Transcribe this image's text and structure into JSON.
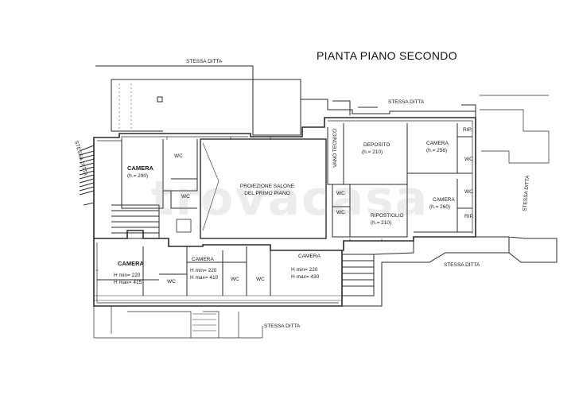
{
  "title": "PIANTA PIANO SECONDO",
  "neighbors": {
    "top": "STESSA DITTA",
    "top_right": "STESSA DITTA",
    "left": "STESSA DITTA",
    "right": "STESSA DITTA",
    "bottom_right": "STESSA DITTA",
    "bottom": "STESSA DITTA"
  },
  "rooms": {
    "camera_left": {
      "name": "CAMERA",
      "height": "(h.= 290)"
    },
    "wc_1": "WC",
    "wc_2": "WC",
    "salone": {
      "line1": "PROIEZIONE SALONE",
      "line2": "DEL PRIMO PIANO"
    },
    "vano_tecnico": "VANO TECNICO",
    "deposito": {
      "name": "DEPOSITO",
      "height": "(h.= 210)"
    },
    "camera_right_top": {
      "name": "CAMERA",
      "height": "(h.= 256)"
    },
    "rip_top": "RIP.",
    "wc_right_top": "WC",
    "camera_right_bottom": {
      "name": "CAMERA",
      "height": "(h.= 260)"
    },
    "wc_right_bottom": "WC",
    "rip_bottom": "RIP.",
    "wc_mid_1": "WC",
    "wc_mid_2": "WC",
    "ripostiglio": {
      "name": "RIPOSTIGLIO",
      "height": "(h.= 210)"
    },
    "camera_bl": {
      "name": "CAMERA",
      "hmin": "H min= 220",
      "hmax": "H max= 415"
    },
    "wc_bl": "WC",
    "camera_bm": {
      "name": "CAMERA",
      "hmin": "H min= 220",
      "hmax": "H max= 410"
    },
    "wc_bm1": "WC",
    "wc_bm2": "WC",
    "camera_br": {
      "name": "CAMERA",
      "hmin": "H min= 220",
      "hmax": "H max= 430"
    }
  },
  "watermark": "trovacasa",
  "colors": {
    "line": "#2a2a2a",
    "paper": "#ffffff"
  }
}
